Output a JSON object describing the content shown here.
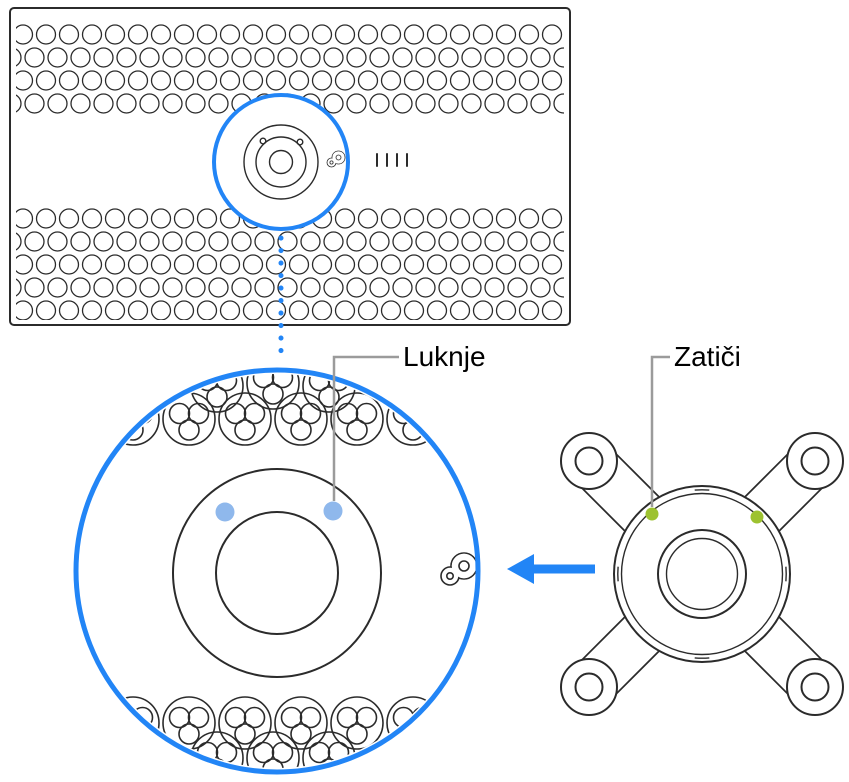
{
  "figure": {
    "type": "hardware-illustration",
    "callouts": {
      "holes": {
        "label": "Luknje"
      },
      "pins": {
        "label": "Zatiči"
      }
    },
    "colors": {
      "accent_blue": "#2285f6",
      "hole_dot_blue": "#8fb8ec",
      "pin_green": "#9dc230",
      "callout_gray": "#9b9b9b",
      "line_dark": "#2b2b2b"
    }
  }
}
